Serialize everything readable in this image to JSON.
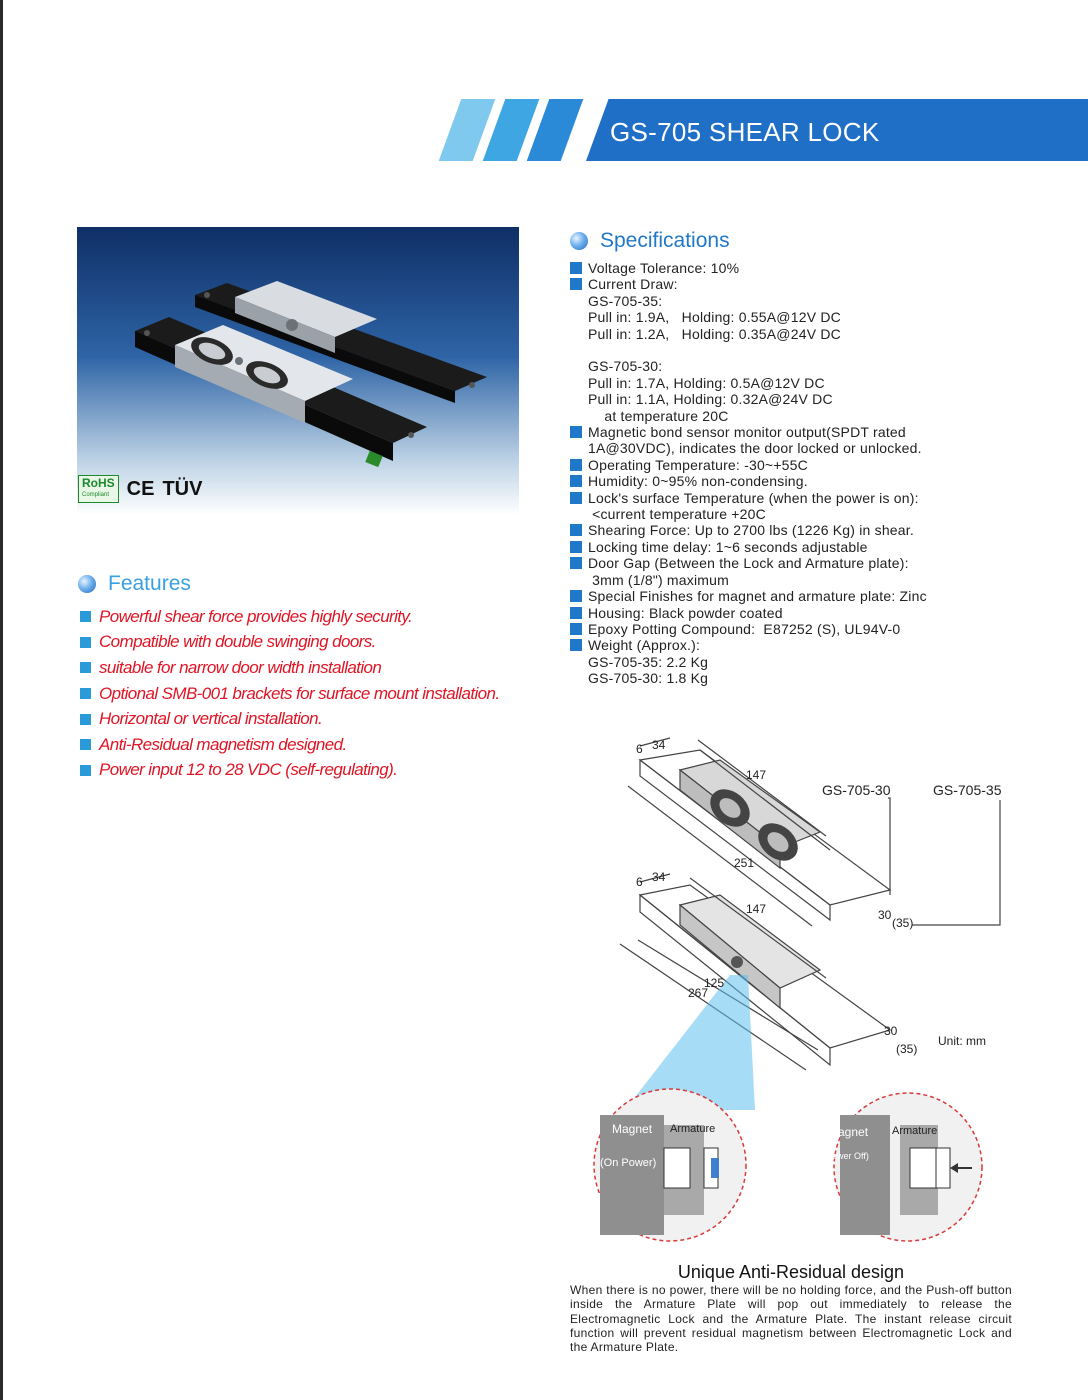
{
  "header": {
    "title": "GS-705 SHEAR LOCK"
  },
  "certifications": {
    "rohs": "RoHS",
    "rohs_sub": "Compliant",
    "ce": "CE",
    "tuv": "TÜV"
  },
  "features": {
    "heading": "Features",
    "items": [
      "Powerful shear force provides highly security.",
      "Compatible with double swinging doors.",
      "suitable for narrow door width installation",
      "Optional SMB-001 brackets for surface mount installation.",
      "Horizontal or vertical installation.",
      "Anti-Residual magnetism designed.",
      "Power input 12 to 28 VDC (self-regulating)."
    ]
  },
  "specifications": {
    "heading": "Specifications",
    "lines": [
      {
        "bullet": true,
        "text": "Voltage Tolerance: 10%"
      },
      {
        "bullet": true,
        "text": "Current Draw:"
      },
      {
        "bullet": false,
        "text": "GS-705-35:"
      },
      {
        "bullet": false,
        "text": "Pull in: 1.9A,   Holding: 0.55A@12V DC"
      },
      {
        "bullet": false,
        "text": "Pull in: 1.2A,   Holding: 0.35A@24V DC"
      },
      {
        "bullet": false,
        "text": ""
      },
      {
        "bullet": false,
        "text": "GS-705-30:"
      },
      {
        "bullet": false,
        "text": "Pull in: 1.7A, Holding: 0.5A@12V DC"
      },
      {
        "bullet": false,
        "text": "Pull in: 1.1A, Holding: 0.32A@24V DC"
      },
      {
        "bullet": false,
        "text": "    at temperature 20C"
      },
      {
        "bullet": true,
        "text": "Magnetic bond sensor monitor output(SPDT rated"
      },
      {
        "bullet": false,
        "text": "1A@30VDC), indicates the door locked or unlocked."
      },
      {
        "bullet": true,
        "text": "Operating Temperature: -30~+55C"
      },
      {
        "bullet": true,
        "text": "Humidity: 0~95% non-condensing."
      },
      {
        "bullet": true,
        "text": "Lock's surface Temperature (when the power is on):"
      },
      {
        "bullet": false,
        "text": " <current temperature +20C"
      },
      {
        "bullet": true,
        "text": "Shearing Force: Up to 2700 lbs (1226 Kg) in shear."
      },
      {
        "bullet": true,
        "text": "Locking time delay: 1~6 seconds adjustable"
      },
      {
        "bullet": true,
        "text": "Door Gap (Between the Lock and Armature plate):"
      },
      {
        "bullet": false,
        "text": " 3mm (1/8\") maximum"
      },
      {
        "bullet": true,
        "text": "Special Finishes for magnet and armature plate: Zinc"
      },
      {
        "bullet": true,
        "text": "Housing: Black powder coated"
      },
      {
        "bullet": true,
        "text": "Epoxy Potting Compound:  E87252 (S), UL94V-0"
      },
      {
        "bullet": true,
        "text": "Weight (Approx.):"
      },
      {
        "bullet": false,
        "text": "GS-705-35: 2.2 Kg"
      },
      {
        "bullet": false,
        "text": "GS-705-30: 1.8 Kg"
      }
    ]
  },
  "diagram": {
    "model_a": "GS-705-30",
    "model_b": "GS-705-35",
    "unit": "Unit: mm",
    "dims": {
      "d6": "6",
      "d34": "34",
      "d147": "147",
      "d251": "251",
      "d125": "125",
      "d267": "267",
      "d30": "30",
      "d35": "(35)"
    },
    "inset_on": {
      "magnet": "Magnet",
      "armature": "Armature",
      "state": "(On Power)"
    },
    "inset_off": {
      "magnet": "Magnet",
      "armature": "Armature",
      "state": "(Power Off)"
    }
  },
  "anti_residual": {
    "title": "Unique Anti-Residual design",
    "text": "When there is no power, there will be no holding force, and the Push-off button inside the Armature Plate will pop out immediately to release the Electromagnetic Lock and the Armature Plate. The instant release circuit function will prevent residual magnetism between Electromagnetic Lock and the Armature Plate."
  },
  "colors": {
    "banner": "#1f6fc6",
    "accent": "#1f78c8",
    "feature_text": "#e01525",
    "bullet_features": "#2a9bd8"
  }
}
